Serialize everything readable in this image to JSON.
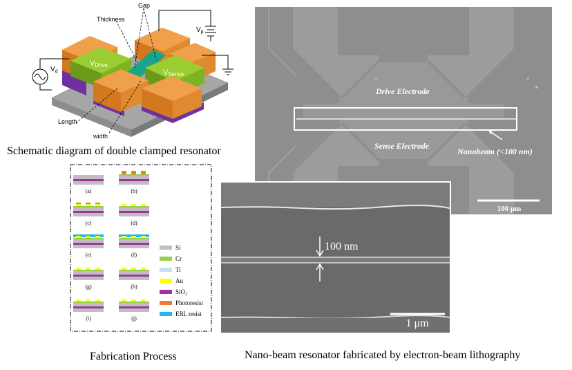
{
  "schematic": {
    "labels": {
      "thickness": "Thickness",
      "gap": "Gap",
      "vp": "V",
      "vp_sub": "p",
      "vd": "V",
      "vd_sub": "d",
      "vdrive": "V",
      "vdrive_sub": "Drive",
      "vsense": "V",
      "vsense_sub": "Sense",
      "length": "Length",
      "width": "width"
    },
    "caption": "Schematic diagram of double clamped resonator"
  },
  "sem_top": {
    "drive_label": "Drive Electrode",
    "sense_label": "Sense Electrode",
    "nanobeam_label": "Nanobeam (<100 nm)",
    "scale_label": "100 μm"
  },
  "sem_bottom": {
    "gap_label": "100 nm",
    "scale_label": "1 μm"
  },
  "fabrication": {
    "steps": [
      "(a)",
      "(b)",
      "(c)",
      "(d)",
      "(e)",
      "(f)",
      "(g)",
      "(h)",
      "(i)",
      "(j)"
    ],
    "legend": [
      {
        "label": "Si",
        "color": "#bfbfbf"
      },
      {
        "label": "Cr",
        "color": "#92d050"
      },
      {
        "label": "Ti",
        "color": "#c6e0f5"
      },
      {
        "label": "Au",
        "color": "#ffff00"
      },
      {
        "label": "SiO",
        "sub": "2",
        "color": "#a033a0"
      },
      {
        "label": "Photoresist",
        "color": "#f07b2a"
      },
      {
        "label": "EBL resist",
        "color": "#1fb8e8"
      }
    ],
    "caption": "Fabrication Process"
  },
  "bottom_caption": "Nano-beam resonator fabricated by electron-beam lithography"
}
